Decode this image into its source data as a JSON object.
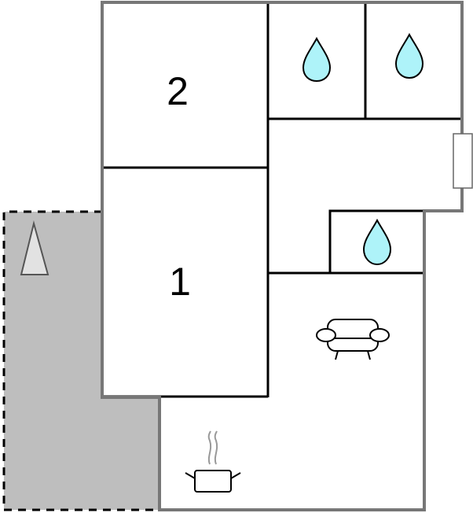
{
  "floorplan": {
    "rooms": [
      {
        "id": "bedroom-2",
        "label": "2"
      },
      {
        "id": "bedroom-1",
        "label": "1"
      }
    ],
    "icons": [
      "bathroom-drop-icon",
      "bathroom-drop-icon",
      "bathroom-drop-icon",
      "sofa-icon",
      "kitchen-pot-icon",
      "tree-icon",
      "window-icon"
    ],
    "colors": {
      "outer_wall": "#777777",
      "inner_wall": "#000000",
      "terrace": "#bebebe",
      "water": "#aef3f9",
      "tree_fill": "#e2e2e2"
    }
  }
}
